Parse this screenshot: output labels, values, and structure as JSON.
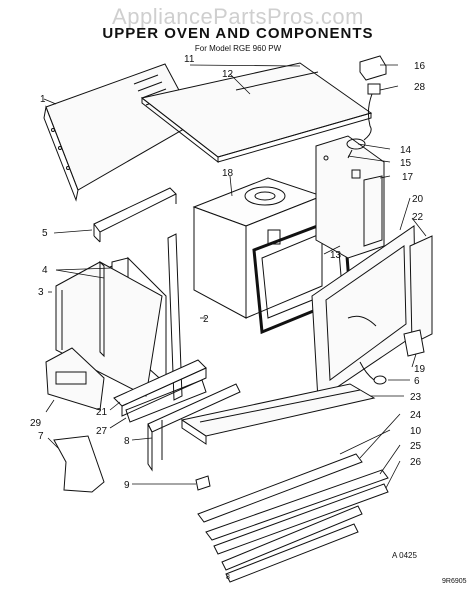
{
  "watermark": "AppliancePartsPros.com",
  "header": {
    "title": "UPPER OVEN AND COMPONENTS",
    "subtitle": "For Model RGE 960 PW"
  },
  "footer": {
    "drawing_code": "A 0425",
    "page_number": "8",
    "corner_code": "9R6905"
  },
  "callouts": {
    "c1": "1",
    "c2": "2",
    "c3": "3",
    "c4": "4",
    "c5": "5",
    "c6": "6",
    "c7": "7",
    "c8": "8",
    "c9": "9",
    "c10": "10",
    "c11": "11",
    "c12": "12",
    "c13": "13",
    "c14": "14",
    "c15": "15",
    "c16": "16",
    "c17": "17",
    "c18": "18",
    "c19": "19",
    "c20": "20",
    "c21": "21",
    "c22": "22",
    "c23": "23",
    "c24": "24",
    "c25": "25",
    "c26": "26",
    "c27": "27",
    "c28": "28",
    "c29": "29"
  }
}
